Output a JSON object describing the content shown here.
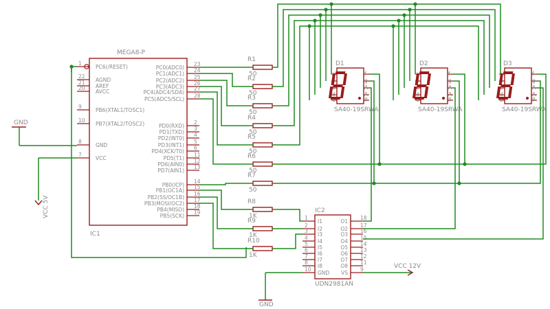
{
  "ic1": {
    "name": "MEGA8-P",
    "ref": "IC1",
    "left_pins": [
      {
        "num": "1",
        "label": "PC6(/RESET)"
      },
      {
        "num": "22",
        "label": "AGND"
      },
      {
        "num": "21",
        "label": "AREF"
      },
      {
        "num": "20",
        "label": "AVCC"
      },
      {
        "num": "9",
        "label": "PB6(XTAL1/TOSC1)"
      },
      {
        "num": "10",
        "label": "PB7(XTAL2/TOSC2)"
      },
      {
        "num": "8",
        "label": "GND"
      },
      {
        "num": "7",
        "label": "VCC"
      }
    ],
    "right_pins": [
      {
        "num": "23",
        "label": "PC0(ADC0)"
      },
      {
        "num": "24",
        "label": "PC1(ADC1)"
      },
      {
        "num": "25",
        "label": "PC2(ADC2)"
      },
      {
        "num": "26",
        "label": "PC3(ADC3)"
      },
      {
        "num": "27",
        "label": "PC4(ADC4/SDA)"
      },
      {
        "num": "28",
        "label": "PC5(ADC5/SCL)"
      },
      {
        "num": "2",
        "label": "PD0(RXD)"
      },
      {
        "num": "3",
        "label": "PD1(TXD)"
      },
      {
        "num": "4",
        "label": "PD2(INT0)"
      },
      {
        "num": "5",
        "label": "PD3(INT1)"
      },
      {
        "num": "6",
        "label": "PD4(XCK/T0)"
      },
      {
        "num": "11",
        "label": "PD5(T1)"
      },
      {
        "num": "12",
        "label": "PD6(AIN0)"
      },
      {
        "num": "13",
        "label": "PD7(AIN1)"
      },
      {
        "num": "14",
        "label": "PB0(ICP)"
      },
      {
        "num": "15",
        "label": "PB1(OC1A)"
      },
      {
        "num": "16",
        "label": "PB2(SS/OC1B)"
      },
      {
        "num": "17",
        "label": "PB3(MOSI/OC2)"
      },
      {
        "num": "18",
        "label": "PB4(MISO)"
      },
      {
        "num": "19",
        "label": "PB5(SCK)"
      }
    ]
  },
  "resistors": [
    {
      "ref": "R1",
      "value": "50"
    },
    {
      "ref": "R2",
      "value": "50"
    },
    {
      "ref": "R3",
      "value": "50"
    },
    {
      "ref": "R4",
      "value": "50"
    },
    {
      "ref": "R5",
      "value": "50"
    },
    {
      "ref": "R6",
      "value": "50"
    },
    {
      "ref": "R7",
      "value": "50"
    },
    {
      "ref": "R8",
      "value": "1K"
    },
    {
      "ref": "R9",
      "value": "1K"
    },
    {
      "ref": "R10",
      "value": "1K"
    }
  ],
  "displays": [
    {
      "ref": "D1",
      "part": "SA40-19SRWA"
    },
    {
      "ref": "D2",
      "part": "SA40-19SRWA"
    },
    {
      "ref": "D3",
      "part": "SA40-19SRWA"
    }
  ],
  "display_pins": [
    "a",
    "b",
    "c",
    "d",
    "e",
    "f",
    "g",
    "A",
    "A",
    "P"
  ],
  "ic2": {
    "ref": "IC2",
    "part": "UDN2981AN",
    "left_pins": [
      {
        "num": "1",
        "label": "I1"
      },
      {
        "num": "2",
        "label": "I2"
      },
      {
        "num": "3",
        "label": "I3"
      },
      {
        "num": "4",
        "label": "I4"
      },
      {
        "num": "5",
        "label": "I5"
      },
      {
        "num": "6",
        "label": "I6"
      },
      {
        "num": "7",
        "label": "I7"
      },
      {
        "num": "8",
        "label": "I8"
      },
      {
        "num": "10",
        "label": "GND"
      }
    ],
    "right_pins": [
      {
        "num": "18",
        "label": "O1"
      },
      {
        "num": "17",
        "label": "O2"
      },
      {
        "num": "16",
        "label": "O3"
      },
      {
        "num": "15",
        "label": "O4"
      },
      {
        "num": "14",
        "label": "O5"
      },
      {
        "num": "13",
        "label": "O6"
      },
      {
        "num": "12",
        "label": "O7"
      },
      {
        "num": "11",
        "label": "O8"
      },
      {
        "num": "9",
        "label": "VS"
      }
    ]
  },
  "power": {
    "gnd_left": "GND",
    "vcc5": "VCC 5V",
    "vcc12": "VCC 12V",
    "gnd_bottom": "GND"
  }
}
